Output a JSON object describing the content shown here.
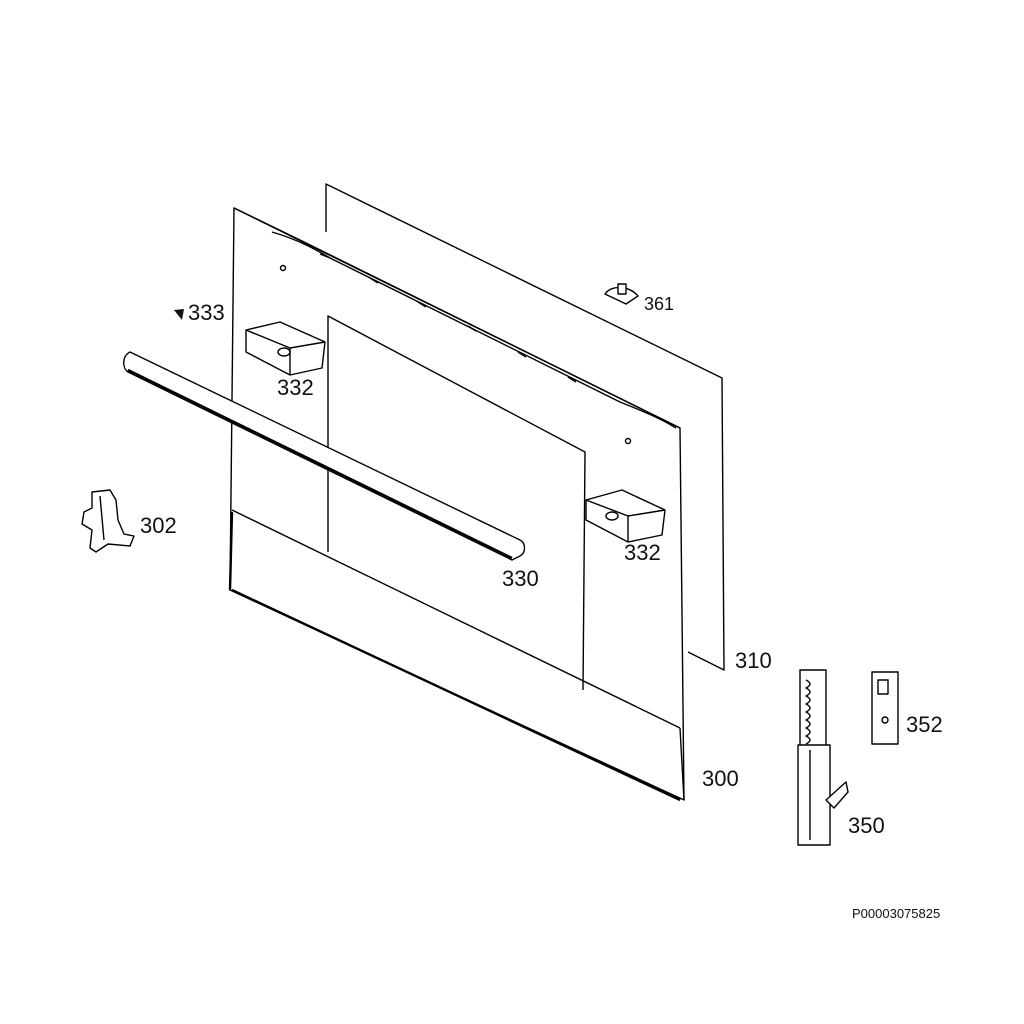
{
  "diagram": {
    "type": "exploded-parts-view",
    "parts": [
      {
        "id": "300",
        "label": "300"
      },
      {
        "id": "302",
        "label": "302"
      },
      {
        "id": "310",
        "label": "310"
      },
      {
        "id": "330",
        "label": "330"
      },
      {
        "id": "332a",
        "label": "332"
      },
      {
        "id": "332b",
        "label": "332"
      },
      {
        "id": "333",
        "label": "333"
      },
      {
        "id": "350",
        "label": "350"
      },
      {
        "id": "352",
        "label": "352"
      },
      {
        "id": "361",
        "label": "361"
      }
    ],
    "drawing_code": "P00003075825",
    "stroke_color": "#000000",
    "background": "#ffffff"
  }
}
